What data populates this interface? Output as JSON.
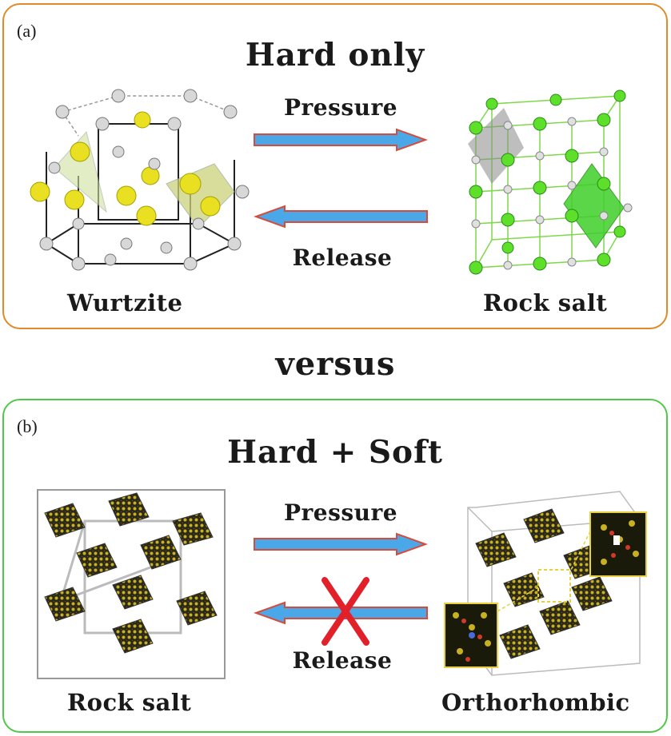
{
  "panel_a": {
    "tag": "(a)",
    "title": "Hard only",
    "left_structure": "Wurtzite",
    "right_structure": "Rock salt",
    "forward_label": "Pressure",
    "reverse_label": "Release"
  },
  "versus": "versus",
  "panel_b": {
    "tag": "(b)",
    "title": "Hard + Soft",
    "left_structure": "Rock salt",
    "right_structure": "Orthorhombic",
    "forward_label": "Pressure",
    "reverse_label": "Release"
  },
  "colors": {
    "panel_a_border": "#e08a2a",
    "panel_b_border": "#52c84a",
    "arrow_fill": "#4aa8e8",
    "arrow_outline": "#d94a3a",
    "cross": "#e2202a",
    "wurtzite_atom": "#e8e020",
    "rocksalt_atom": "#5ee02a"
  }
}
